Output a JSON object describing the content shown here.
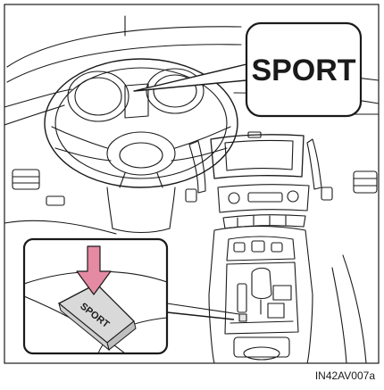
{
  "callout_label": "SPORT",
  "button_label": "SPORT",
  "figure_code": "IN42AV007a",
  "colors": {
    "arrow": "#e58aa3",
    "line": "#1a1a1a",
    "fill": "#ffffff",
    "shade": "#f1f1f1",
    "button": "#d9d9d9"
  }
}
